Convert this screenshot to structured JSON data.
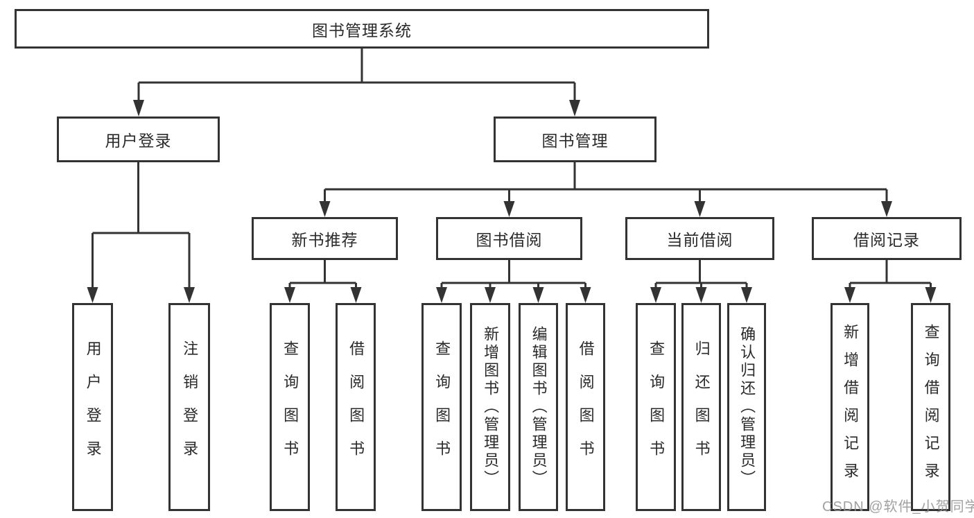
{
  "diagram_type": "hierarchy-tree",
  "colors": {
    "line": "#333333",
    "text": "#2a2a2a",
    "box_bg": "#ffffff",
    "watermark": "#949494"
  },
  "tree": {
    "label": "图书管理系统",
    "children": [
      {
        "label": "用户登录",
        "children": [
          {
            "label": "用户登录"
          },
          {
            "label": "注销登录"
          }
        ]
      },
      {
        "label": "图书管理",
        "children": [
          {
            "label": "新书推荐",
            "children": [
              {
                "label": "查询图书"
              },
              {
                "label": "借阅图书"
              }
            ]
          },
          {
            "label": "图书借阅",
            "children": [
              {
                "label": "查询图书"
              },
              {
                "label": "新增图书（管理员）"
              },
              {
                "label": "编辑图书（管理员）"
              },
              {
                "label": "借阅图书"
              }
            ]
          },
          {
            "label": "当前借阅",
            "children": [
              {
                "label": "查询图书"
              },
              {
                "label": "归还图书"
              },
              {
                "label": "确认归还（管理员）"
              }
            ]
          },
          {
            "label": "借阅记录",
            "children": [
              {
                "label": "新增借阅记录"
              },
              {
                "label": "查询借阅记录"
              }
            ]
          }
        ]
      }
    ]
  },
  "watermark": {
    "text": "CSDN @软件_小贺同学"
  }
}
